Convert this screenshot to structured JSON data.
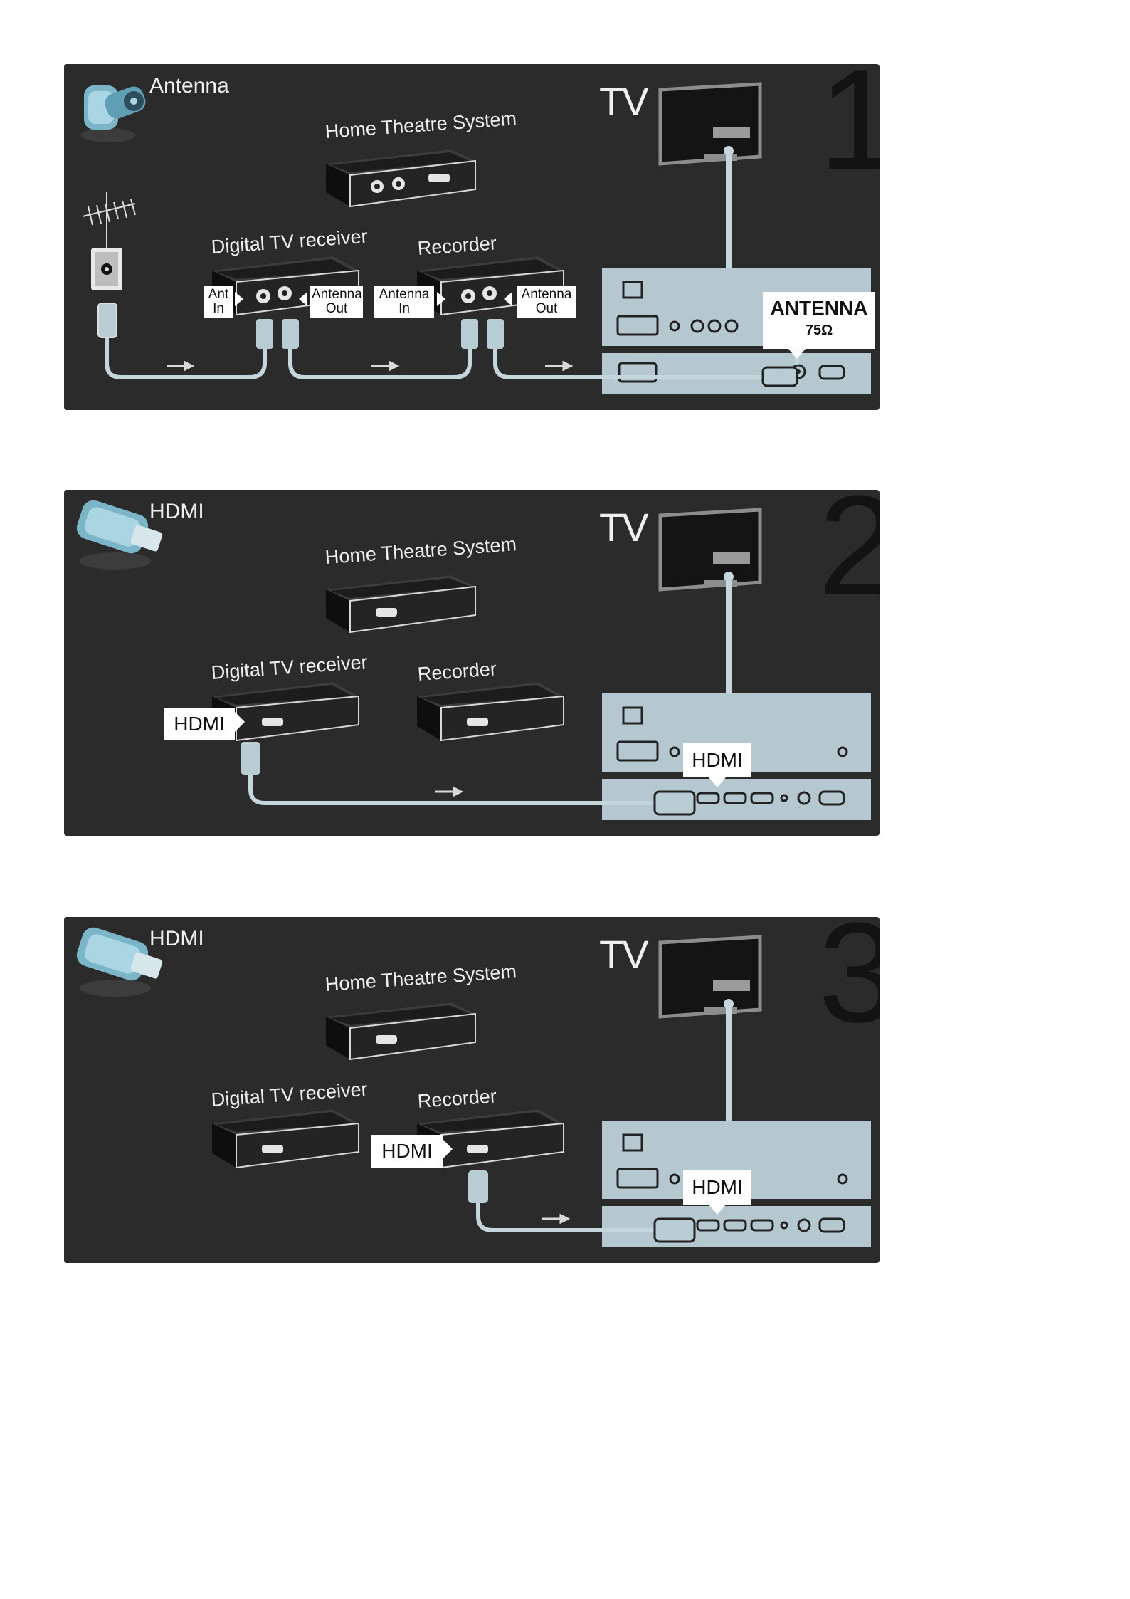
{
  "panels": [
    {
      "number": "1",
      "connection_label": "Antenna",
      "connection_icon": "antenna-plug-icon",
      "devices": {
        "home_theatre": "Home Theatre System",
        "digital_tv_receiver": "Digital TV receiver",
        "recorder": "Recorder",
        "tv": "TV"
      },
      "port_labels": {
        "ant_in": "Ant In",
        "antenna_out_1": "Antenna Out",
        "antenna_in": "Antenna In",
        "antenna_out_2": "Antenna Out",
        "tv_port": "ANTENNA",
        "tv_port_sub": "75Ω"
      }
    },
    {
      "number": "2",
      "connection_label": "HDMI",
      "connection_icon": "hdmi-plug-icon",
      "devices": {
        "home_theatre": "Home Theatre System",
        "digital_tv_receiver": "Digital TV receiver",
        "recorder": "Recorder",
        "tv": "TV"
      },
      "port_labels": {
        "source_port": "HDMI",
        "tv_port": "HDMI"
      }
    },
    {
      "number": "3",
      "connection_label": "HDMI",
      "connection_icon": "hdmi-plug-icon",
      "devices": {
        "home_theatre": "Home Theatre System",
        "digital_tv_receiver": "Digital TV receiver",
        "recorder": "Recorder",
        "tv": "TV"
      },
      "port_labels": {
        "source_port": "HDMI",
        "tv_port": "HDMI"
      }
    }
  ],
  "colors": {
    "panel_bg": "#2b2b2b",
    "device_body": "#1c1c1c",
    "tv_panel": "#b6c8cf",
    "cable": "#c4d6dc",
    "label_bg": "#ffffff"
  }
}
